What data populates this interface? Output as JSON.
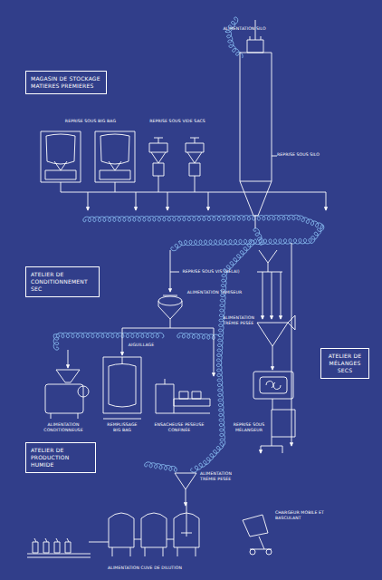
{
  "diagram": {
    "nodes": [
      {
        "text": [
          "MAGASIN DE STOCKAGE MATIERES PREMIERES"
        ]
      },
      {
        "text": [
          "ATELIER DE CONDITIONNEMENT SEC"
        ]
      },
      {
        "text": [
          "ATELIER DE MÉLANGES SECS"
        ]
      },
      {
        "text": [
          "ATELIER DE PRODUCTION HUMIDE"
        ]
      }
    ],
    "labels": [
      "ALIMENTATION SILO",
      "REPRISE SOUS BIG BAG",
      "REPRISE SOUS VIDE SACS",
      "REPRISE SOUS SILO",
      "REPRISE SOUS VIS (RELAI)",
      "ALIMENTATION TAMISEUR",
      "ALIMENTATION TRÉMIE PESÉE",
      "AIGUILLAGE",
      "ALIMENTATION CONDITIONNEUSE",
      "REMPLISSAGE BIG BAG",
      "ENSACHEUSE PESEUSE CONFINÉE",
      "REPRISE SOUS MÉLANGEUR",
      "ALIMENTATION TRÉMIE PESÉE",
      "CHARGEUR MOBILE ET BASCULANT",
      "ALIMENTATION CUVE DE DILUTION"
    ]
  }
}
